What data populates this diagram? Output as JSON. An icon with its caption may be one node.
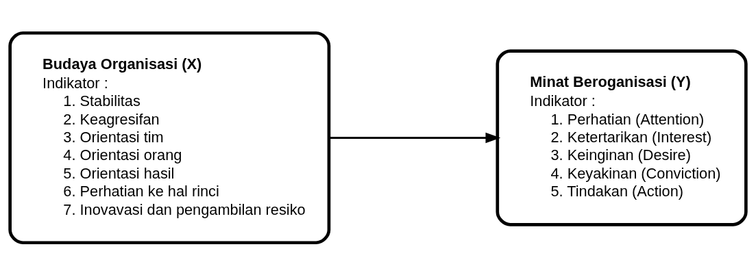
{
  "diagram": {
    "nodes": [
      {
        "text": [
          "Budaya Organisasi (X)",
          "Indikator :",
          "1. Stabilitas",
          "2. Keagresifan",
          "3. Orientasi tim",
          "4. Orientasi orang",
          "5. Orientasi hasil",
          "6. Perhatian ke hal rinci",
          "7. Inovavasi dan pengambilan resiko"
        ]
      },
      {
        "text": [
          "Minat Beroganisasi (Y)",
          "Indikator :",
          "1. Perhatian (Attention)",
          "2. Ketertarikan (Interest)",
          "3. Keinginan (Desire)",
          "4. Keyakinan (Conviction)",
          "5. Tindakan (Action)"
        ]
      }
    ],
    "edges": [
      {
        "from": 0,
        "to": 1,
        "arrow": "to"
      }
    ]
  }
}
